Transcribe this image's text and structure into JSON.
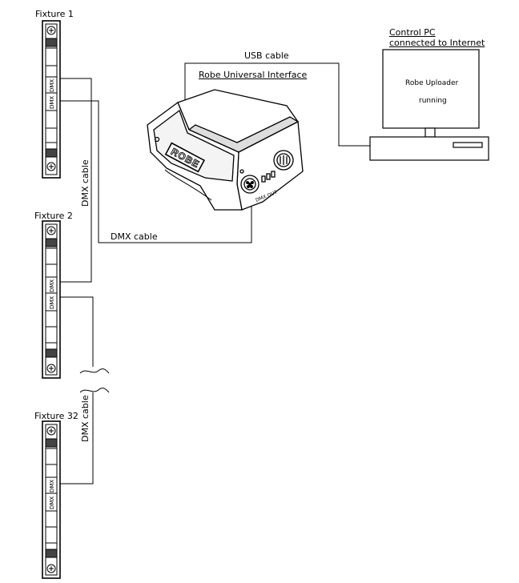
{
  "fixtures": [
    {
      "name": "Fixture 1",
      "dmx_in": "DMX",
      "dmx_out": "DMX"
    },
    {
      "name": "Fixture 2",
      "dmx_in": "DMX",
      "dmx_out": "DMX"
    },
    {
      "name": "Fixture 32",
      "dmx_in": "DMX",
      "dmx_out": "DMX"
    }
  ],
  "cables": {
    "usb": "USB cable",
    "dmx_horizontal": "DMX cable",
    "dmx_vertical_upper": "DMX cable",
    "dmx_vertical_lower": "DMX cable"
  },
  "interface": {
    "label": "Robe Universal Interface",
    "brand": "ROBE",
    "port_label": "DMX OUT"
  },
  "pc": {
    "label_line1": "Control PC",
    "label_line2": "connected to Internet",
    "screen_line1": "Robe Uploader",
    "screen_line2": "running"
  }
}
